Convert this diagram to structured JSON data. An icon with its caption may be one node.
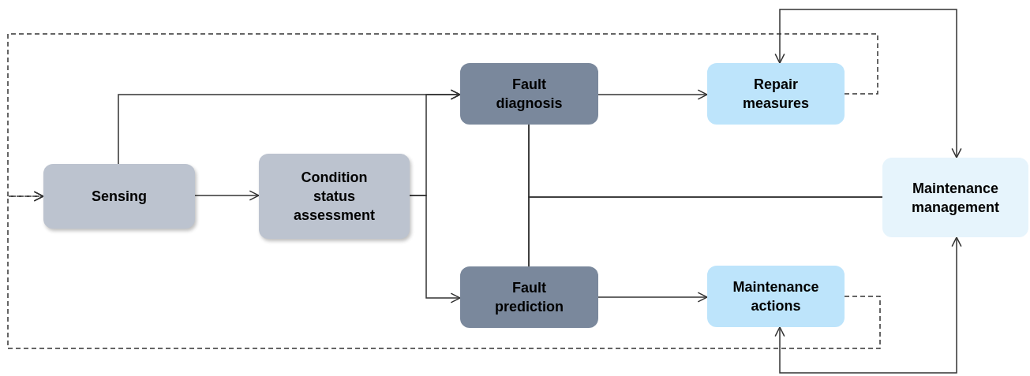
{
  "diagram": {
    "nodes": [
      {
        "text": [
          "Sensing"
        ]
      },
      {
        "text": [
          "Condition status assessment"
        ]
      },
      {
        "text": [
          "Fault diagnosis"
        ]
      },
      {
        "text": [
          "Fault prediction"
        ]
      },
      {
        "text": [
          "Repair measures"
        ]
      },
      {
        "text": [
          "Maintenance actions"
        ]
      },
      {
        "text": [
          "Maintenance management"
        ]
      }
    ],
    "edges": [
      {
        "from": 0,
        "to": 1,
        "arrow": "to"
      },
      {
        "from": 0,
        "to": 2,
        "arrow": "to"
      },
      {
        "from": 1,
        "to": 2,
        "arrow": "to"
      },
      {
        "from": 1,
        "to": 3,
        "arrow": "to"
      },
      {
        "from": 2,
        "to": 4,
        "arrow": "to"
      },
      {
        "from": 3,
        "to": 5,
        "arrow": "to"
      },
      {
        "from": 2,
        "to": 3,
        "arrow": "none"
      },
      {
        "from": 6,
        "to": 2,
        "arrow": "none"
      },
      {
        "from": 6,
        "to": 3,
        "arrow": "none"
      },
      {
        "from": 4,
        "to": 0,
        "arrow": "to",
        "style": "dashed"
      },
      {
        "from": 5,
        "to": 0,
        "arrow": "to",
        "style": "dashed"
      },
      {
        "from": 6,
        "to": 4,
        "arrow": "both"
      },
      {
        "from": 6,
        "to": 5,
        "arrow": "both"
      }
    ]
  }
}
